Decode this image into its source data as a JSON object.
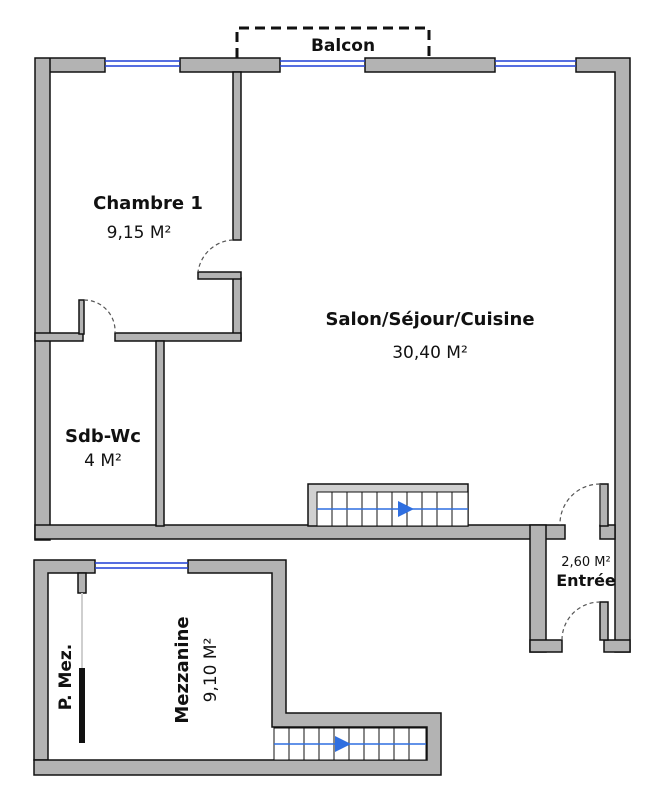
{
  "plan": {
    "balcony": {
      "label": "Balcon"
    },
    "rooms": [
      {
        "key": "chambre1",
        "name": "Chambre 1",
        "area": "9,15 M²"
      },
      {
        "key": "salon",
        "name": "Salon/Séjour/Cuisine",
        "area": "30,40 M²"
      },
      {
        "key": "sdb",
        "name": "Sdb-Wc",
        "area": "4 M²"
      },
      {
        "key": "entree",
        "name": "Entrée",
        "area": "2,60 M²"
      },
      {
        "key": "mezzanine",
        "name": "Mezzanine",
        "area": "9,10 M²"
      },
      {
        "key": "pmez",
        "name": "P. Mez."
      }
    ]
  },
  "colors": {
    "wall": "#b3b3b3",
    "outline": "#111111",
    "window": "#1f3fd6",
    "stair_arrow": "#2f6fe0"
  }
}
